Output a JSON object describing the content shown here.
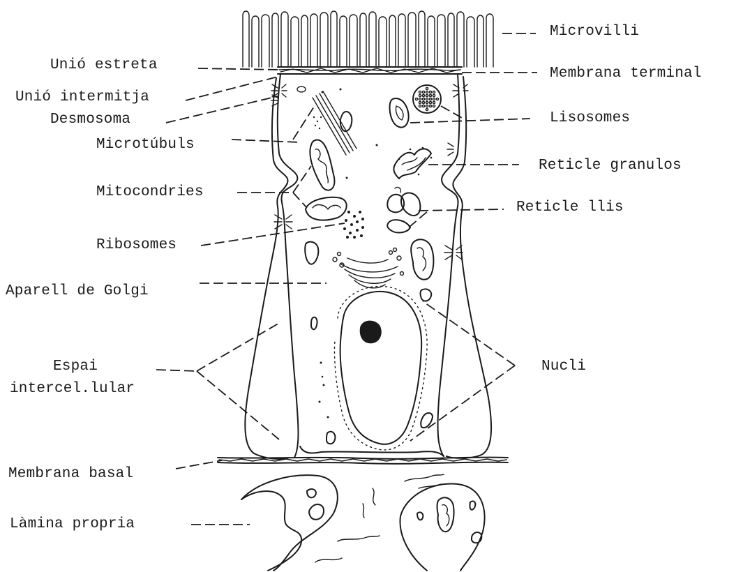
{
  "labels": {
    "microvilli": "Microvilli",
    "unio_estreta": "Unió estreta",
    "membrana_terminal": "Membrana terminal",
    "unio_intermitja": "Unió intermitja",
    "desmosoma": "Desmosoma",
    "lisosomes": "Lisosomes",
    "microtubuls": "Microtúbuls",
    "reticle_granulos": "Reticle granulos",
    "mitocondries": "Mitocondries",
    "reticle_llis": "Reticle llis",
    "ribosomes": "Ribosomes",
    "aparell_golgi": "Aparell de Golgi",
    "espai_line1": "Espai",
    "espai_line2": "intercel.lular",
    "nucli": "Nucli",
    "membrana_basal": "Membrana basal",
    "lamina_propria": "Làmina propria"
  },
  "colors": {
    "ink": "#1a1a1a",
    "background": "#ffffff"
  }
}
